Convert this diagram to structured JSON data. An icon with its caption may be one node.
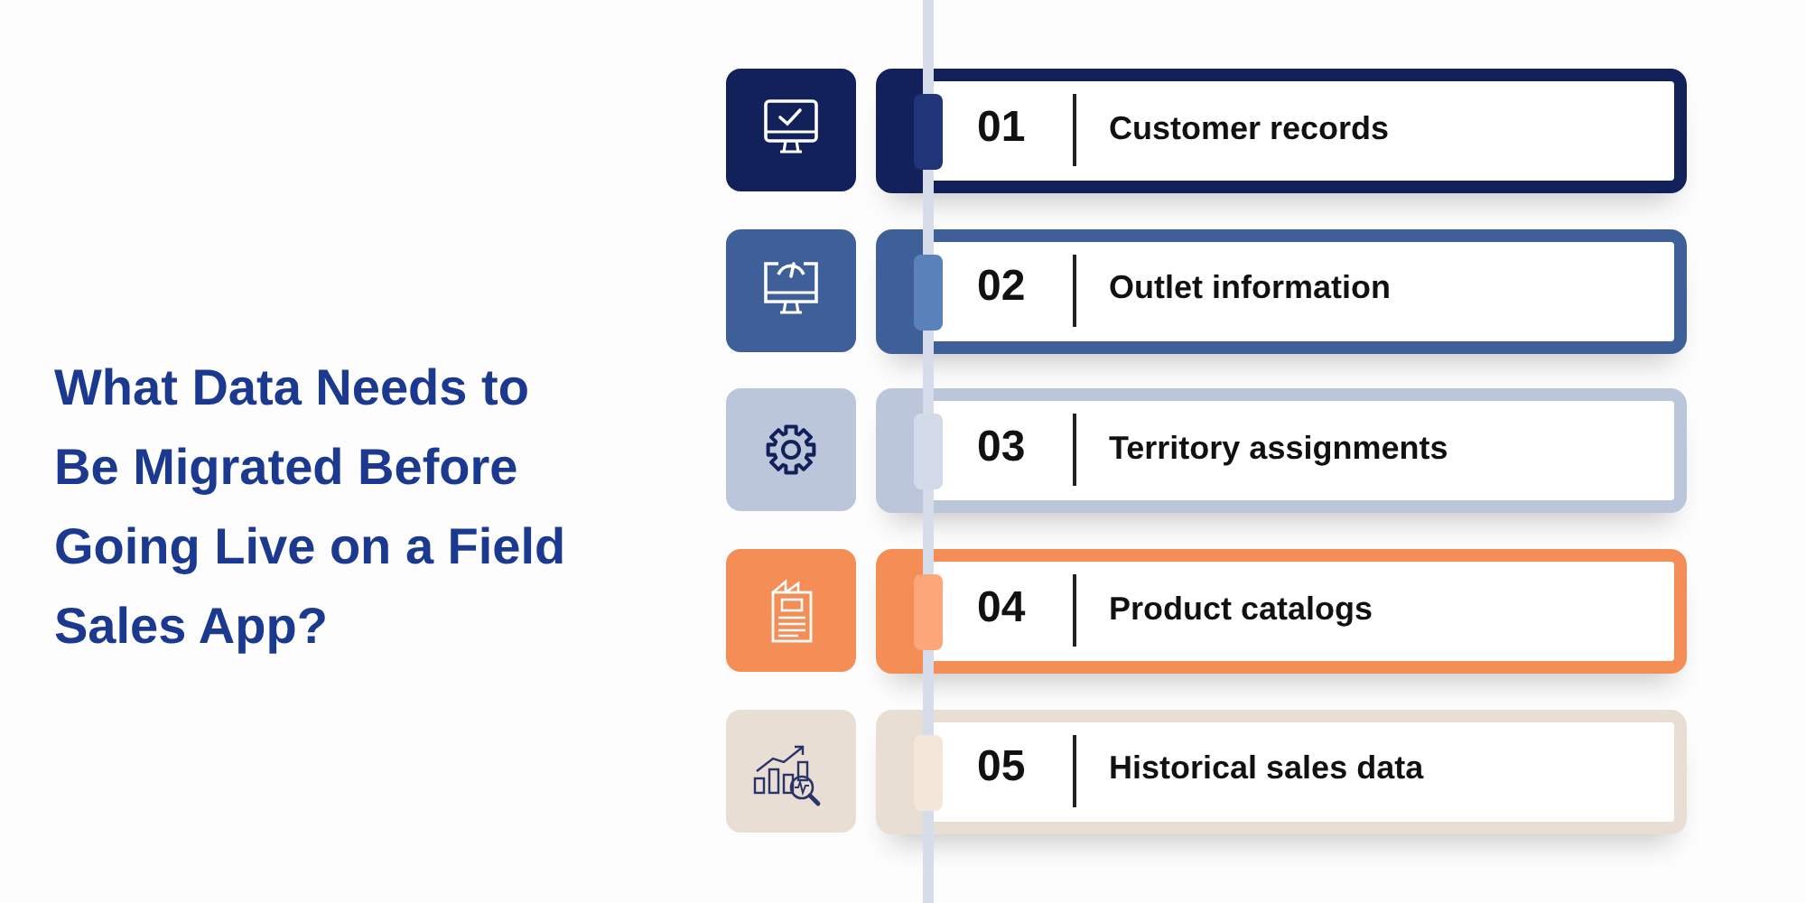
{
  "diagram": {
    "title": "What Data Needs to Be Migrated Before Going Live on a Field Sales App?",
    "nodes": [
      {
        "text": [
          "01",
          "Customer records"
        ]
      },
      {
        "text": [
          "02",
          "Outlet information"
        ]
      },
      {
        "text": [
          "03",
          "Territory assignments"
        ]
      },
      {
        "text": [
          "04",
          "Product catalogs"
        ]
      },
      {
        "text": [
          "05",
          "Historical sales data"
        ]
      }
    ]
  }
}
